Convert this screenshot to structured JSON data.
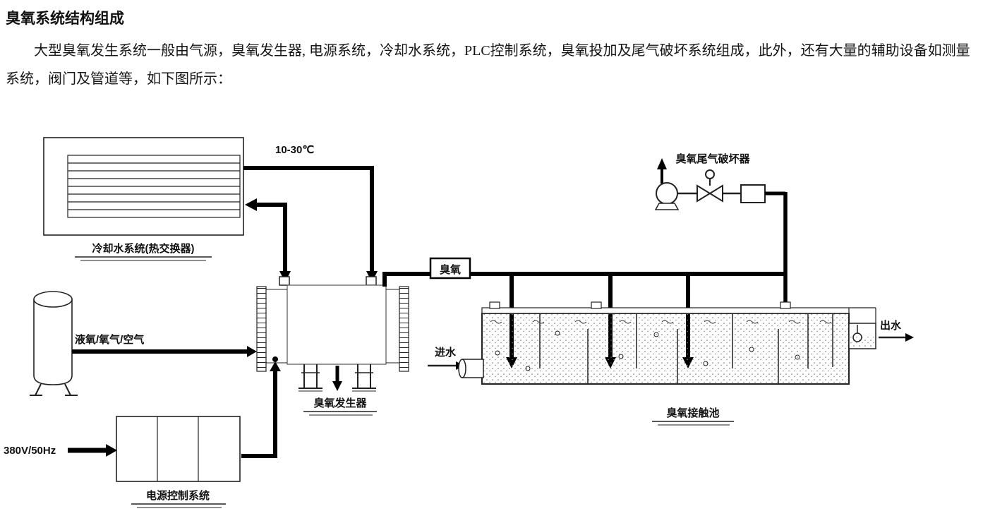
{
  "document": {
    "title": "臭氧系统结构组成",
    "body": "大型臭氧发生系统一般由气源，臭氧发生器, 电源系统，冷却水系统，PLC控制系统，臭氧投加及尾气破坏系统组成，此外，还有大量的辅助设备如测量系统，阀门及管道等，如下图所示："
  },
  "diagram": {
    "cooling_system_label": "冷却水系统(热交换器)",
    "water_temp_label": "10-30℃",
    "gas_source_label": "液氧/氧气/空气",
    "generator_label": "臭氧发生器",
    "power_label": "电源控制系统",
    "power_supply_label": "380V/50Hz",
    "ozone_label": "臭氧",
    "water_in_label": "进水",
    "water_out_label": "出水",
    "contact_tank_label": "臭氧接触池",
    "destructor_label": "臭氧尾气破坏器"
  },
  "colors": {
    "line": "#000000",
    "text": "#111111",
    "background": "#ffffff"
  }
}
